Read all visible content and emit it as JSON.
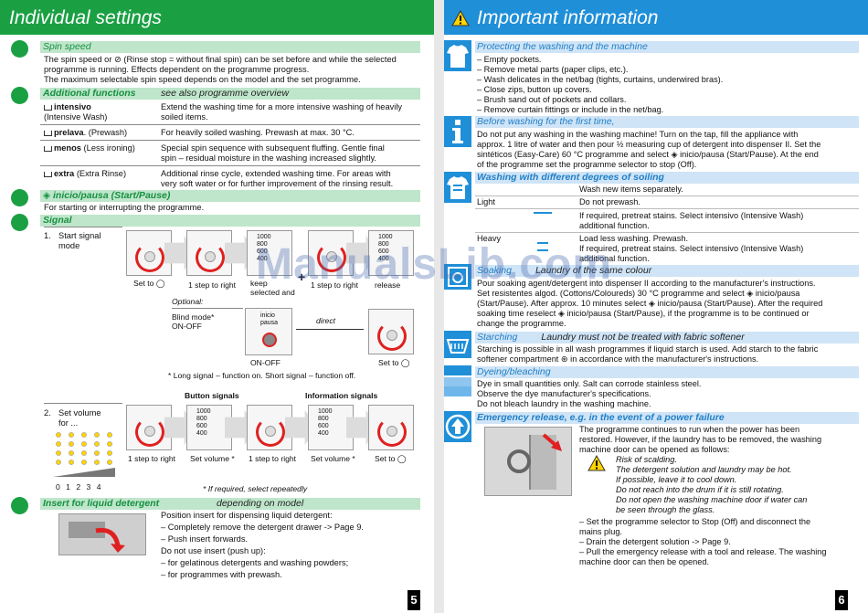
{
  "left_page": {
    "title": "Individual settings",
    "page_number": "5",
    "spin": {
      "heading": "Spin speed",
      "lines": [
        "The spin speed or ⊘ (Rinse stop = without final spin) can be set before and while the selected",
        "programme is running. Effects dependent on the programme progress.",
        "The maximum selectable spin speed depends on the model and the set programme."
      ]
    },
    "additional": {
      "heading": "Additional functions",
      "subheading": "see also programme overview",
      "rows": [
        {
          "name_bold": "intensivo",
          "name_rest": "",
          "name_line2": "(Intensive Wash)",
          "desc": [
            "Extend the washing time for a more intensive washing of heavily",
            "soiled items."
          ]
        },
        {
          "name_bold": "prelava",
          "name_rest": ". (Prewash)",
          "name_line2": "",
          "desc": [
            "For heavily soiled washing. Prewash at max. 30 °C."
          ]
        },
        {
          "name_bold": "menos",
          "name_rest": " (Less ironing)",
          "name_line2": "",
          "desc": [
            "Special spin sequence with subsequent fluffing. Gentle final",
            "spin – residual moisture in the washing increased slightly."
          ]
        },
        {
          "name_bold": "extra",
          "name_rest": " (Extra Rinse)",
          "name_line2": "",
          "desc": [
            "Additional rinse cycle, extended washing time. For areas with",
            "very soft water or for further improvement of the rinsing result."
          ]
        }
      ]
    },
    "start": {
      "heading": "inicio/pausa (Start/Pause)",
      "line": "For starting or interrupting the programme."
    },
    "signal": {
      "heading": "Signal",
      "step1_num": "1.",
      "step1_label": [
        "Start signal",
        "mode"
      ],
      "spin_values": [
        "1000",
        "800",
        "600",
        "400"
      ],
      "caption_set_to": "Set to ◯",
      "caption_step_right": "1 step to right",
      "caption_keep": [
        "keep",
        "selected and"
      ],
      "plus": "+",
      "caption_release": "release",
      "optional": "Optional:",
      "blind_mode": [
        "Blind mode*",
        "ON-OFF"
      ],
      "inicio_label": [
        "inicio",
        "pausa"
      ],
      "on_off": "ON-OFF",
      "direct": "direct",
      "long_signal_note": "* Long signal – function on. Short signal – function off.",
      "step2_num": "2.",
      "step2_label": [
        "Set volume",
        "for ..."
      ],
      "button_signals": "Button signals",
      "information_signals": "Information signals",
      "caption_set_volume": "Set volume *",
      "volume_ticks": [
        "0",
        "1",
        "2",
        "3",
        "4"
      ],
      "repeat_note": "* If required, select repeatedly"
    },
    "insert": {
      "heading": "Insert for liquid detergent",
      "subheading": "depending on model",
      "lines": [
        "Position insert for dispensing liquid detergent:",
        "– Completely remove the detergent drawer -> Page 9.",
        "– Push insert forwards.",
        "Do not use insert (push up):",
        "– for gelatinous detergents and washing powders;",
        "– for programmes with prewash."
      ]
    }
  },
  "right_page": {
    "title": "Important information",
    "page_number": "6",
    "protecting": {
      "heading": "Protecting the washing and the machine",
      "lines": [
        "– Empty pockets.",
        "– Remove metal parts (paper clips, etc.).",
        "– Wash delicates in the net/bag (tights, curtains, underwired bras).",
        "– Close zips, button up covers.",
        "– Brush sand out of pockets and collars.",
        "– Remove curtain fittings or include in the net/bag."
      ]
    },
    "before": {
      "heading": "Before washing for the first time,",
      "lines": [
        "Do not put any washing in the washing machine! Turn on the tap, fill the appliance with",
        "approx. 1 litre of water and then pour ½ measuring cup of detergent into dispenser II. Set the",
        "sintéticos (Easy-Care) 60 °C programme and select ◈ inicio/pausa (Start/Pause). At the end",
        "of the programme set the programme selector to stop (Off)."
      ]
    },
    "soiling": {
      "heading": "Washing with different degrees of soiling",
      "intro": "Wash new items separately.",
      "light_label": "Light",
      "light_text": "Do not prewash.",
      "normal_lines": [
        "If required, pretreat stains. Select intensivo (Intensive Wash)",
        "additional function."
      ],
      "heavy_label": "Heavy",
      "heavy_lines": [
        "Load less washing. Prewash.",
        "If required, pretreat stains. Select intensivo (Intensive Wash)",
        "additional function."
      ]
    },
    "soaking": {
      "heading": "Soaking",
      "subheading": "Laundry of the same colour",
      "lines": [
        "Pour soaking agent/detergent into dispenser II according to the manufacturer's instructions.",
        "Set resistentes algod. (Cottons/Coloureds) 30 °C programme and select ◈ inicio/pausa",
        "(Start/Pause). After approx. 10 minutes select ◈ inicio/pausa (Start/Pause). After the required",
        "soaking time reselect ◈ inicio/pausa (Start/Pause), if the programme is to be continued or",
        "change the programme."
      ]
    },
    "starching": {
      "heading": "Starching",
      "subheading": "Laundry must not be treated with fabric softener",
      "lines": [
        "Starching is possible in all wash programmes if liquid starch is used. Add starch to the fabric",
        "softener compartment ⊛ in accordance with the manufacturer's instructions."
      ]
    },
    "dyeing": {
      "heading": "Dyeing/bleaching",
      "lines": [
        "Dye in small quantities only. Salt can corrode stainless steel.",
        "Observe the dye manufacturer's specifications.",
        "Do not bleach laundry in the washing machine."
      ]
    },
    "emergency": {
      "heading": "Emergency release, e.g. in the event of a power failure",
      "intro": [
        "The programme continues to run when the power has been",
        "restored. However, if the laundry has to be removed, the washing",
        "machine door can be opened as follows:"
      ],
      "warnings": [
        "Risk of scalding.",
        "The detergent solution and laundry may be hot.",
        "If possible, leave it to cool down.",
        "Do not reach into the drum if it is still rotating.",
        "Do not open the washing machine door if water can",
        "be seen through the glass."
      ],
      "steps": [
        "– Set the programme selector to Stop (Off) and disconnect the",
        "   mains plug.",
        "– Drain the detergent solution -> Page 9.",
        "– Pull the emergency release with a tool and release. The washing",
        "   machine door can then be opened."
      ]
    }
  },
  "watermark": "ManualsLib.com",
  "colors": {
    "green": "#1aa043",
    "blue": "#1f8fd8",
    "red": "#e02020"
  }
}
